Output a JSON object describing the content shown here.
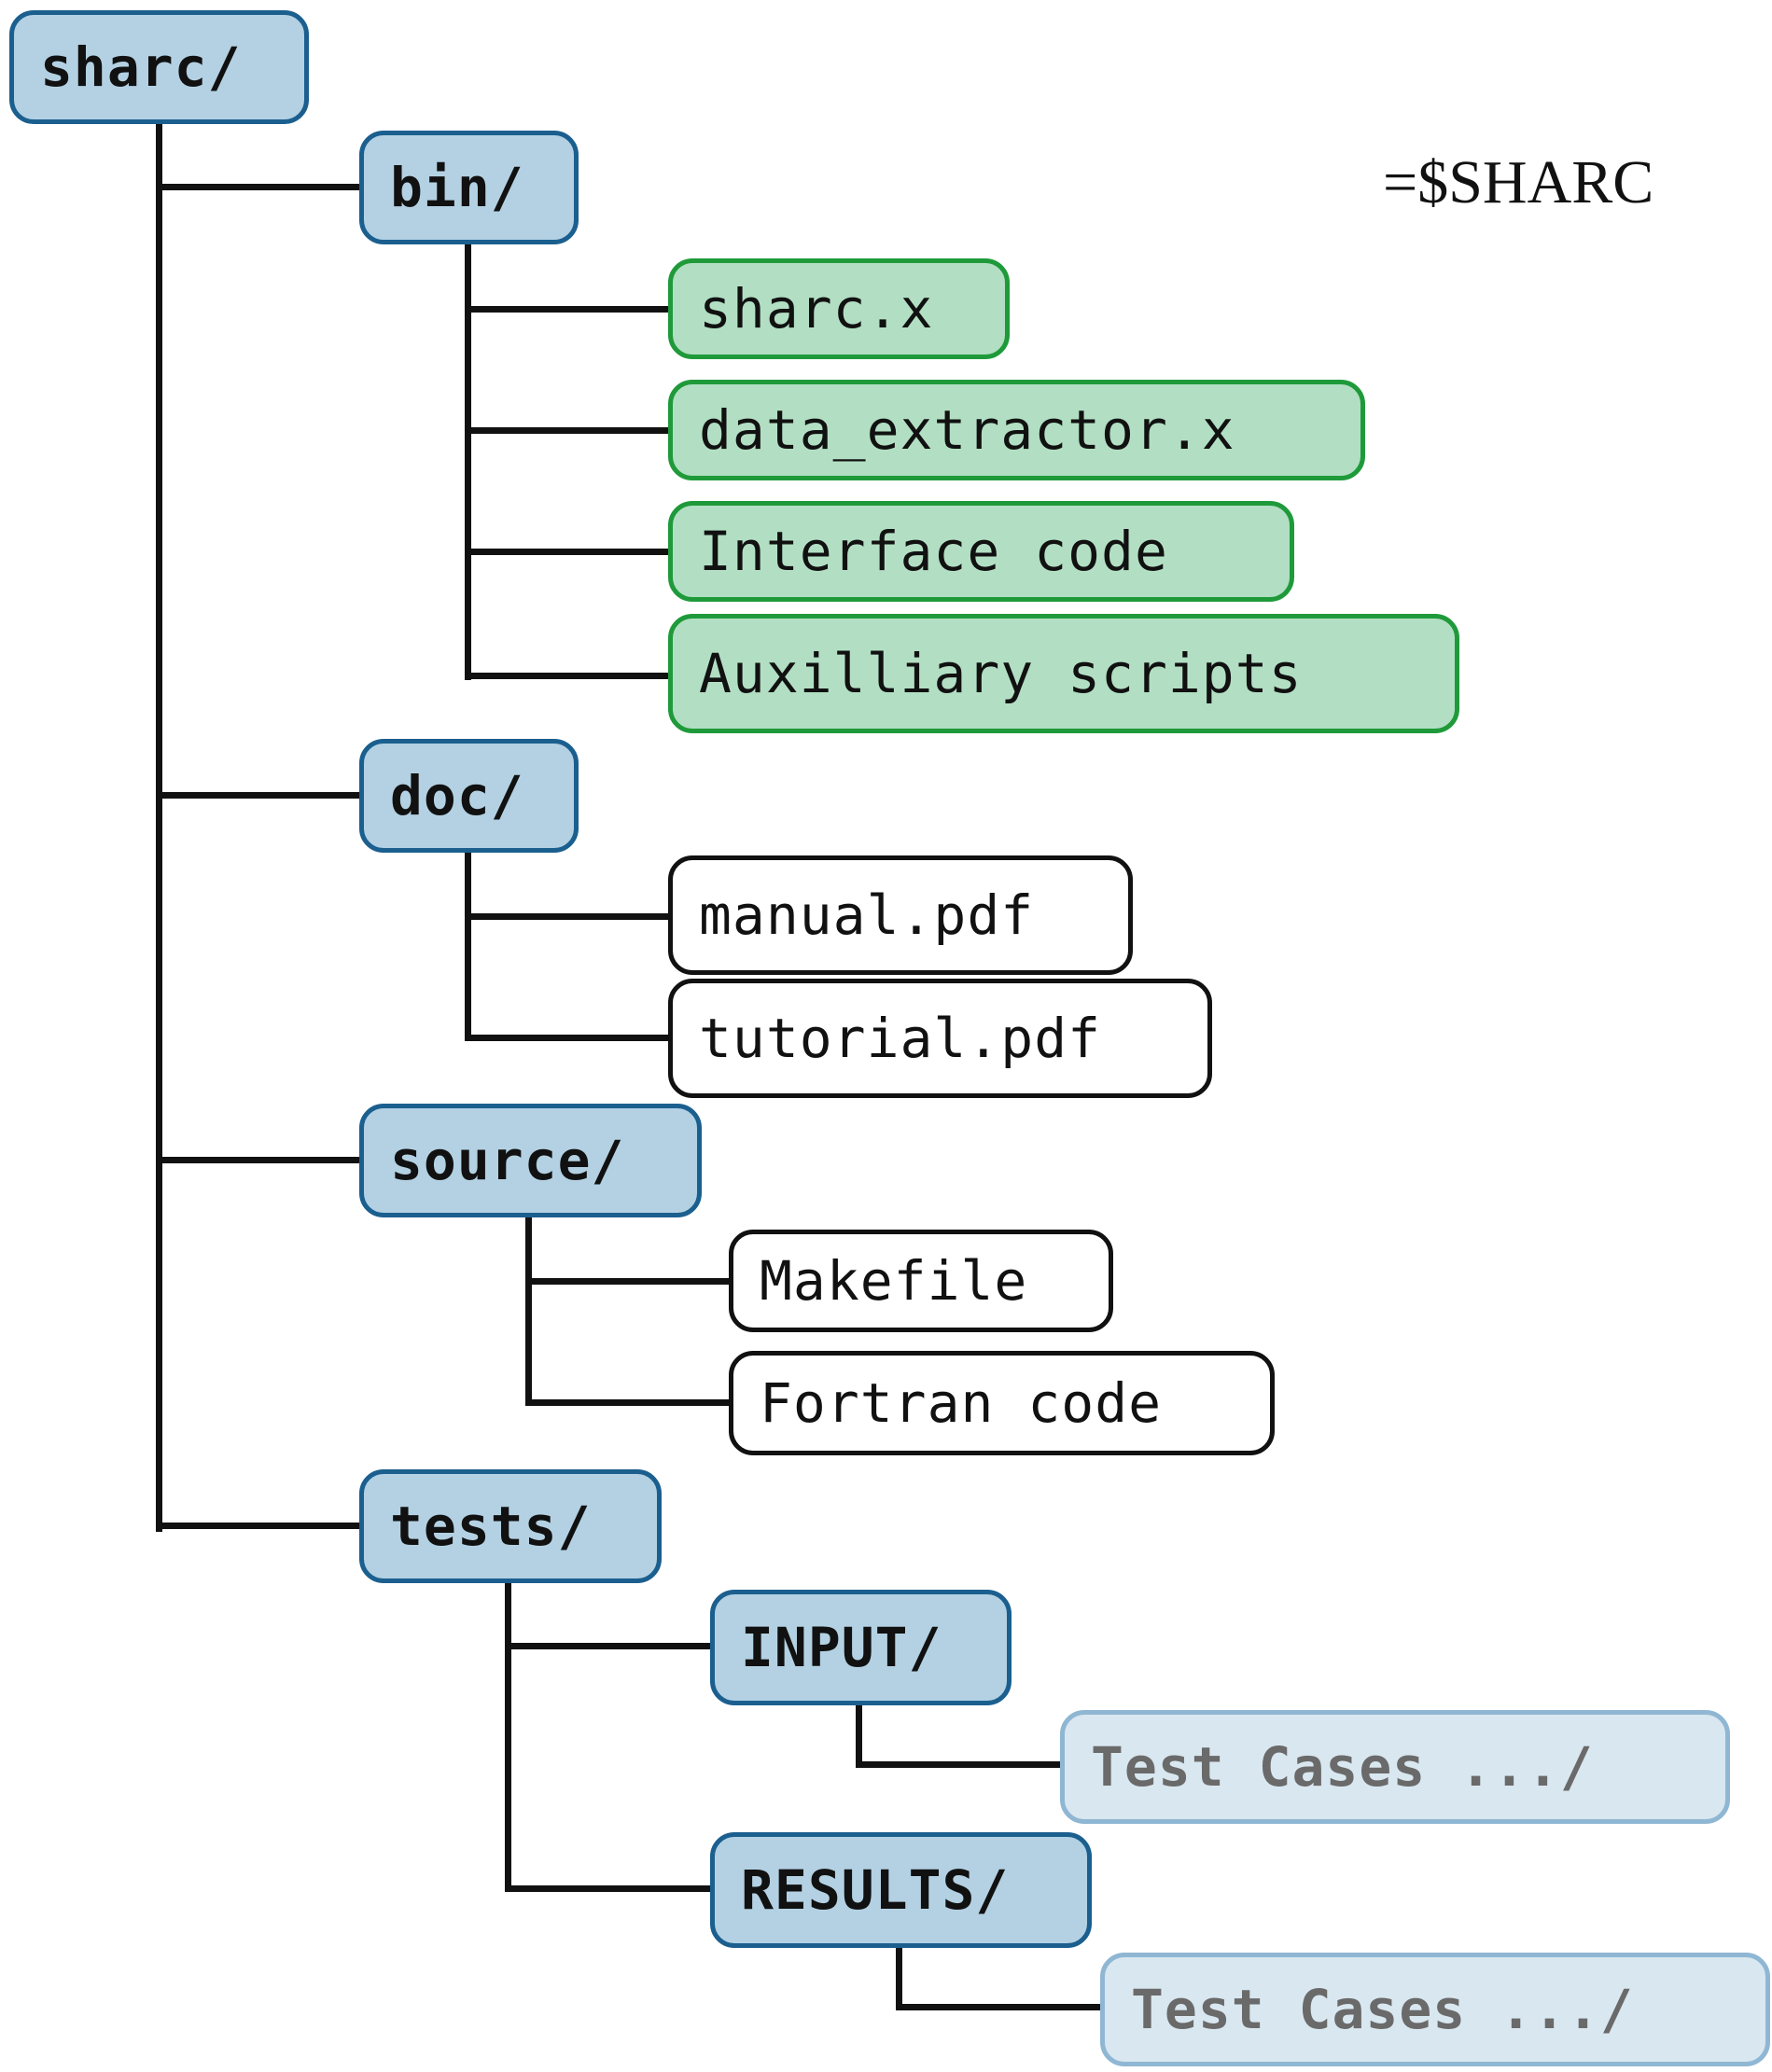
{
  "root": {
    "label": "sharc/",
    "env_var": "=$SHARC"
  },
  "bin": {
    "label": "bin/",
    "children": [
      "sharc.x",
      "data_extractor.x",
      "Interface code",
      "Auxilliary scripts"
    ]
  },
  "doc": {
    "label": "doc/",
    "children": [
      "manual.pdf",
      "tutorial.pdf"
    ]
  },
  "source": {
    "label": "source/",
    "children": [
      "Makefile",
      "Fortran code"
    ]
  },
  "tests": {
    "label": "tests/",
    "input": {
      "label": "INPUT/",
      "child": "Test Cases .../"
    },
    "results": {
      "label": "RESULTS/",
      "child": "Test Cases .../"
    }
  },
  "colors": {
    "directory_fill": "#b3d1e3",
    "directory_border": "#1b5f8f",
    "executable_fill": "#b2dfc3",
    "executable_border": "#1f9a3a",
    "file_border": "#111111",
    "placeholder_fill": "#d9e7f0",
    "placeholder_border": "#8fb7d3",
    "placeholder_text": "#6a6a6a"
  }
}
